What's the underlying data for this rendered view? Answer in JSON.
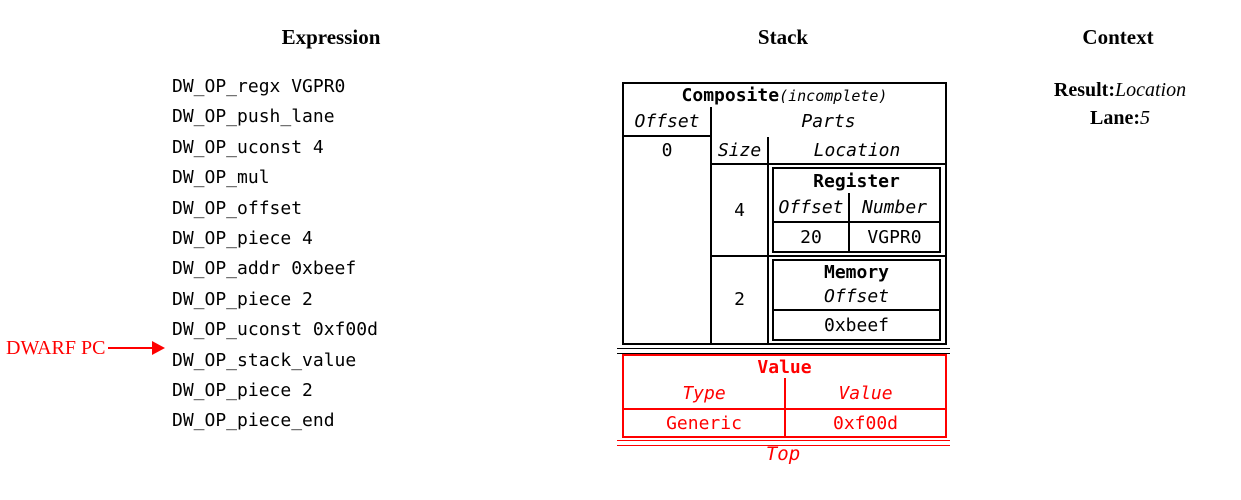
{
  "columns": {
    "expression": "Expression",
    "stack": "Stack",
    "context": "Context"
  },
  "expression": {
    "ops": [
      "DW_OP_regx VGPR0",
      "DW_OP_push_lane",
      "DW_OP_uconst 4",
      "DW_OP_mul",
      "DW_OP_offset",
      "DW_OP_piece 4",
      "DW_OP_addr 0xbeef",
      "DW_OP_piece 2",
      "DW_OP_uconst 0xf00d",
      "DW_OP_stack_value",
      "DW_OP_piece 2",
      "DW_OP_piece_end"
    ],
    "pc_label": "DWARF PC",
    "pc_points_to": "DW_OP_stack_value"
  },
  "stack": {
    "composite": {
      "title": "Composite",
      "title_suffix": "(incomplete)",
      "offset_header": "Offset",
      "offset_value": "0",
      "parts_header": "Parts",
      "size_header": "Size",
      "location_header": "Location",
      "parts": [
        {
          "size": "4",
          "location": {
            "title": "Register",
            "offset_header": "Offset",
            "number_header": "Number",
            "offset_value": "20",
            "number_value": "VGPR0"
          }
        },
        {
          "size": "2",
          "location": {
            "title": "Memory",
            "offset_header": "Offset",
            "offset_value": "0xbeef"
          }
        }
      ]
    },
    "value_entry": {
      "title": "Value",
      "type_header": "Type",
      "value_header": "Value",
      "type_value": "Generic",
      "value_value": "0xf00d"
    },
    "top_label": "Top"
  },
  "context": {
    "result_label": "Result:",
    "result_value": "Location",
    "lane_label": "Lane:",
    "lane_value": "5"
  },
  "colors": {
    "accent_red": "#ff0000",
    "ink": "#000000",
    "background": "#ffffff"
  }
}
